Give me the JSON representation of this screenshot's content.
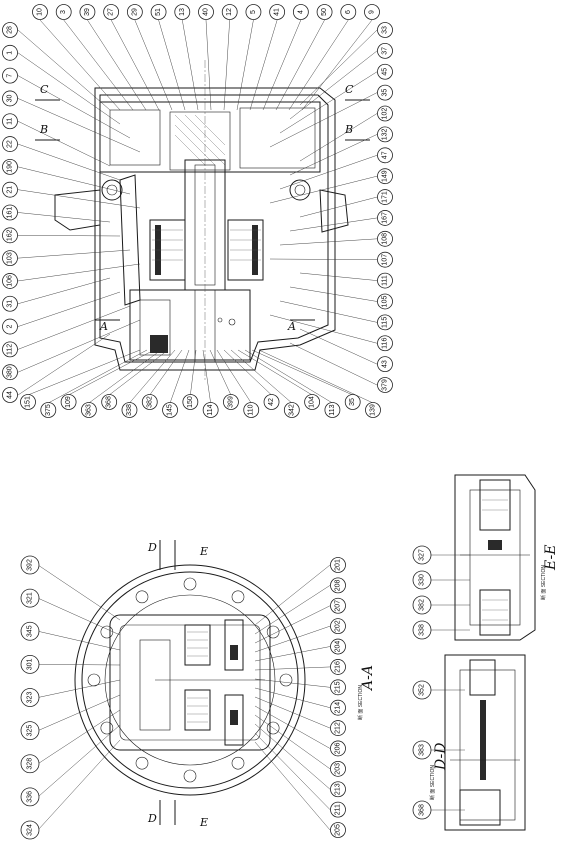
{
  "top_view": {
    "section_marks": [
      "C",
      "B",
      "C",
      "B",
      "A",
      "A"
    ],
    "top_row": [
      "10",
      "3",
      "39",
      "27",
      "29",
      "51",
      "13",
      "40",
      "12",
      "5",
      "41",
      "4",
      "50",
      "6",
      "9"
    ],
    "left_column": [
      "28",
      "1",
      "7",
      "30",
      "11",
      "22",
      "190",
      "21",
      "161",
      "162",
      "103",
      "106",
      "31",
      "2",
      "112",
      "380",
      "44"
    ],
    "right_column": [
      "33",
      "37",
      "45",
      "35",
      "102",
      "132",
      "47",
      "149",
      "171",
      "167",
      "108",
      "107",
      "111",
      "105",
      "115",
      "116",
      "43",
      "379"
    ],
    "bottom_row": [
      "151",
      "375",
      "109",
      "363",
      "368",
      "338",
      "382",
      "145",
      "150",
      "114",
      "399",
      "110",
      "42",
      "342",
      "104",
      "113",
      "35",
      "139"
    ]
  },
  "section_a": {
    "title": "A-A",
    "subtitle": "断 面  SECTION",
    "cut_marks": [
      "D",
      "E",
      "D",
      "E"
    ],
    "top_row": [
      "392",
      "321",
      "345",
      "301",
      "323",
      "325",
      "328",
      "336",
      "324"
    ],
    "bottom_row": [
      "201",
      "208",
      "207",
      "202",
      "204",
      "216",
      "215",
      "214",
      "212",
      "206",
      "203",
      "213",
      "211",
      "205"
    ]
  },
  "section_d": {
    "title": "D-D",
    "subtitle": "断 面  SECTION",
    "labels": [
      "352",
      "383",
      "368"
    ]
  },
  "section_e": {
    "title": "E-E",
    "subtitle": "断 面  SECTION",
    "labels": [
      "327",
      "330",
      "382",
      "338"
    ]
  }
}
